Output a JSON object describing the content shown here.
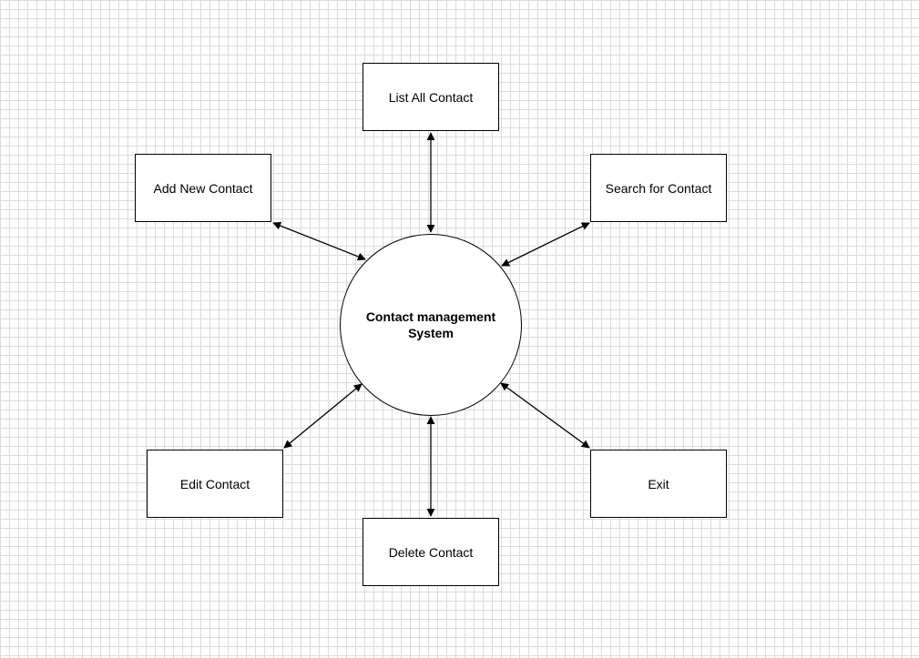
{
  "diagram": {
    "center": {
      "label": "Contact management System"
    },
    "nodes": [
      {
        "id": "list",
        "label": "List All Contact"
      },
      {
        "id": "add",
        "label": "Add New Contact"
      },
      {
        "id": "search",
        "label": "Search for Contact"
      },
      {
        "id": "edit",
        "label": "Edit Contact"
      },
      {
        "id": "exit",
        "label": "Exit"
      },
      {
        "id": "delete",
        "label": "Delete Contact"
      }
    ],
    "connections": [
      {
        "from": "center",
        "to": "list",
        "bidirectional": true
      },
      {
        "from": "center",
        "to": "add",
        "bidirectional": true
      },
      {
        "from": "center",
        "to": "search",
        "bidirectional": true
      },
      {
        "from": "center",
        "to": "edit",
        "bidirectional": true
      },
      {
        "from": "center",
        "to": "exit",
        "bidirectional": true
      },
      {
        "from": "center",
        "to": "delete",
        "bidirectional": true
      }
    ],
    "colors": {
      "stroke": "#000000",
      "fill": "#ffffff",
      "grid": "#dcdcdc"
    }
  }
}
